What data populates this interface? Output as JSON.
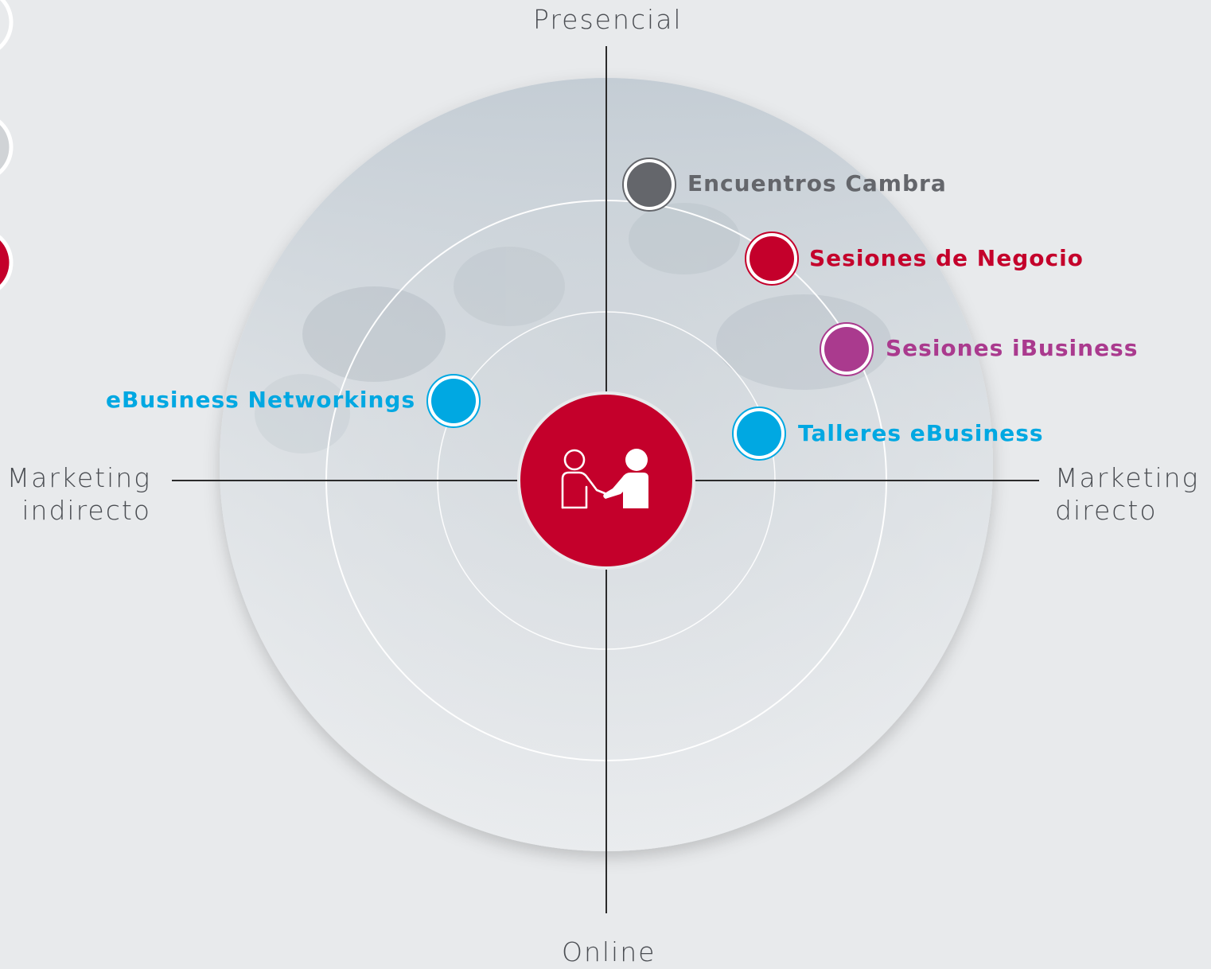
{
  "axes": {
    "top": "Presencial",
    "bottom": "Online",
    "left": [
      "Marketing",
      "indirecto"
    ],
    "right": [
      "Marketing",
      "directo"
    ]
  },
  "center_icon": "handshake-people-icon",
  "items": [
    {
      "label": "Encuentros Cambra",
      "color": "#64666b"
    },
    {
      "label": "Sesiones de Negocio",
      "color": "#c4002b"
    },
    {
      "label": "Sesiones iBusiness",
      "color": "#aa3a8e"
    },
    {
      "label": "Talleres eBusiness",
      "color": "#00a8e2"
    },
    {
      "label": "eBusiness Networkings",
      "color": "#00a8e2"
    }
  ],
  "colors": {
    "accent_red": "#c4002b",
    "background": "#e8eaec",
    "axis_line": "#2b2b2b"
  }
}
